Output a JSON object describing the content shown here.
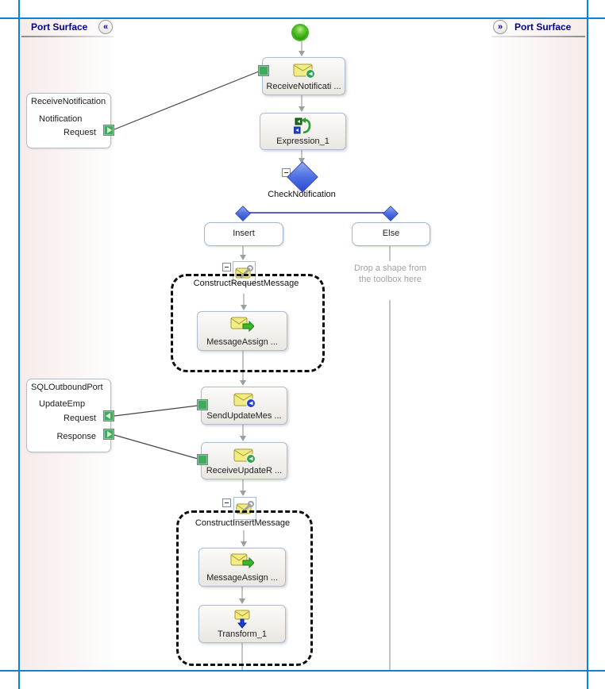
{
  "left_panel": {
    "title": "Port Surface",
    "collapse_glyph": "«"
  },
  "right_panel": {
    "title": "Port Surface",
    "collapse_glyph": "»"
  },
  "ports": {
    "receive_notification": {
      "title": "ReceiveNotification",
      "operation": "Notification",
      "request": "Request"
    },
    "sql_outbound": {
      "title": "SQLOutboundPort",
      "operation": "UpdateEmp",
      "request": "Request",
      "response": "Response"
    }
  },
  "flow": {
    "receive1": "ReceiveNotificati ...",
    "expression": "Expression_1",
    "decision": "CheckNotification",
    "insert": "Insert",
    "else": "Else",
    "construct1": "ConstructRequestMessage",
    "assign1": "MessageAssign ...",
    "send": "SendUpdateMes ...",
    "receive2": "ReceiveUpdateR ...",
    "construct2": "ConstructInsertMessage",
    "assign2": "MessageAssign ...",
    "transform": "Transform_1",
    "drop_hint": "Drop a shape from the toolbox here"
  },
  "colors": {
    "frame_blue": "#0d82d8",
    "header_navy": "#00038c",
    "diamond_blue": "#2b49d2",
    "decision_line": "#2828c8",
    "connector_green": "#43aa5d",
    "envelope_yellow": "#f3ec83",
    "drop_hint_gray": "#a3a3a3"
  }
}
